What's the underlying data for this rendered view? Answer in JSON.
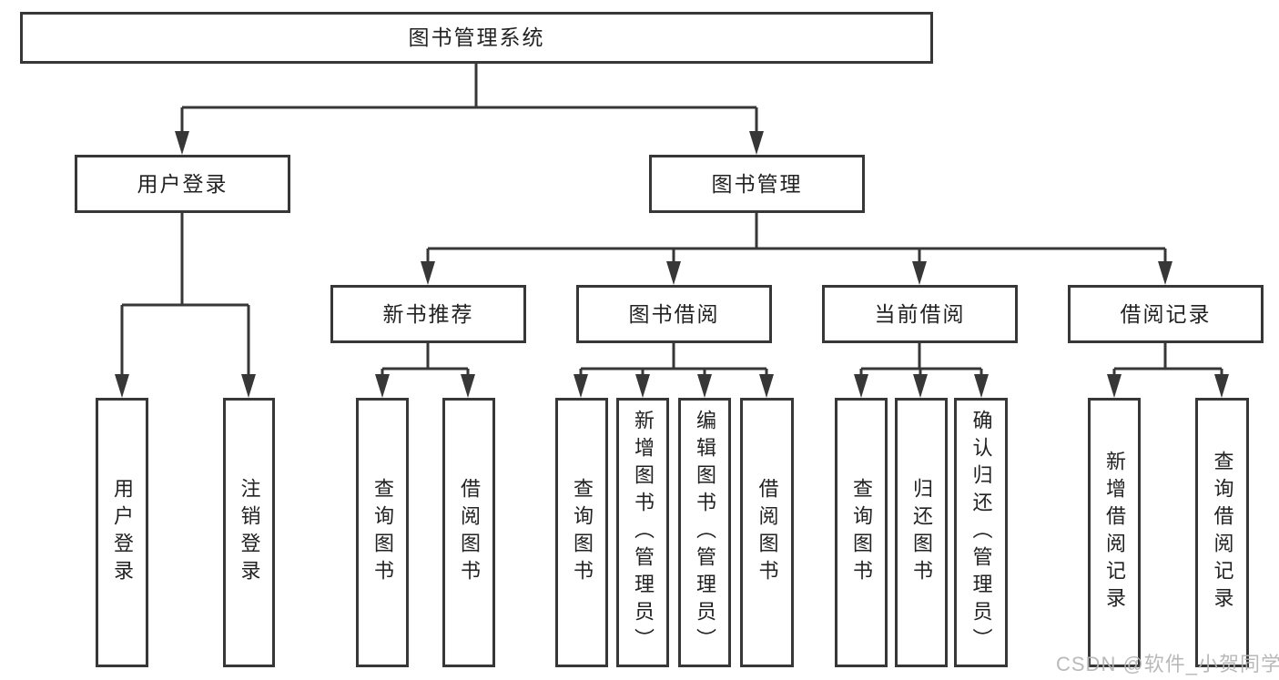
{
  "diagram": {
    "title": "图书管理系统",
    "user_branch": {
      "label": "用户登录",
      "children": [
        "用户登录",
        "注销登录"
      ]
    },
    "mgmt_branch": {
      "label": "图书管理",
      "groups": [
        {
          "label": "新书推荐",
          "children": [
            "查询图书",
            "借阅图书"
          ]
        },
        {
          "label": "图书借阅",
          "children": [
            "查询图书",
            "新增图书（管理员）",
            "编辑图书（管理员）",
            "借阅图书"
          ]
        },
        {
          "label": "当前借阅",
          "children": [
            "查询图书",
            "归还图书",
            "确认归还（管理员）"
          ]
        },
        {
          "label": "借阅记录",
          "children": [
            "新增借阅记录",
            "查询借阅记录"
          ]
        }
      ]
    }
  },
  "watermark": "CSDN @软件_小贺同学",
  "colors": {
    "line": "#373737",
    "text": "#222222",
    "watermark": "#b4b4b4",
    "background": "#ffffff"
  }
}
